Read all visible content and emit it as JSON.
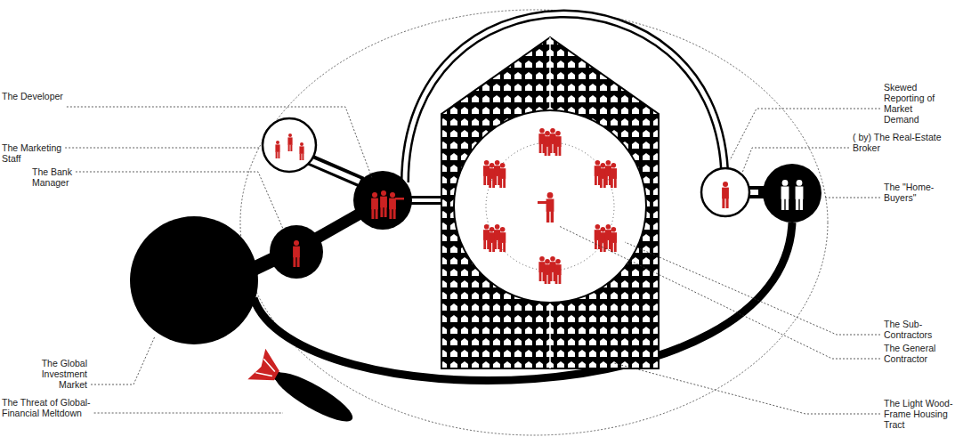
{
  "diagram": {
    "labels": [
      "The Developer",
      "The Marketing Staff",
      "The Bank Manager",
      "The Global Investment Market",
      "The Threat of Global-Financial Meltdown",
      "Skewed Reporting of Market Demand",
      "( by) The Real-Estate Broker",
      "The \"Home-Buyers\"",
      "The Sub-Contractors",
      "The General Contractor",
      "The Light Wood-Frame Housing Tract"
    ]
  }
}
